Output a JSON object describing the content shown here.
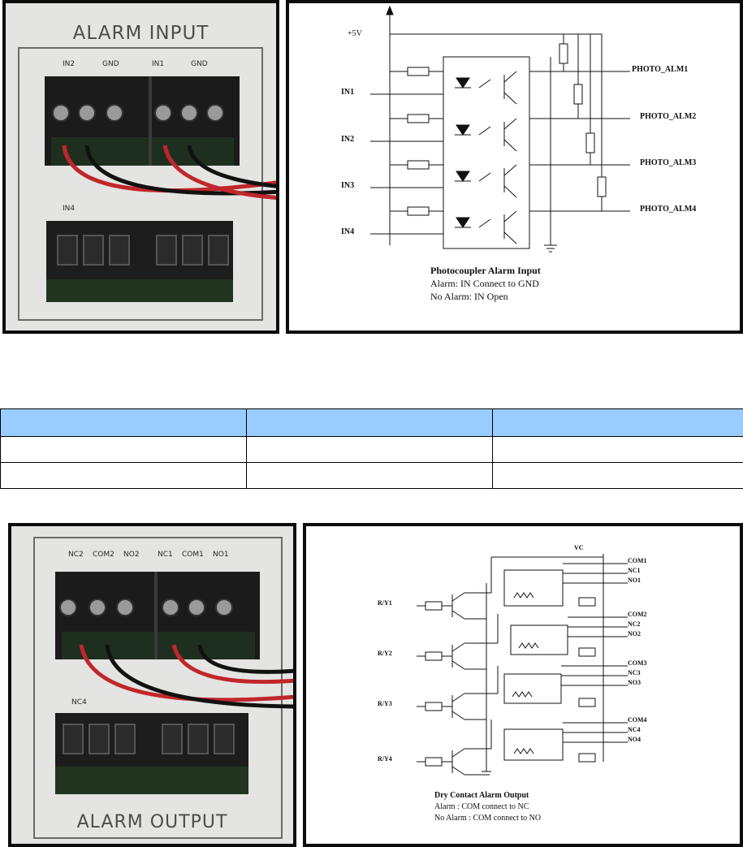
{
  "alarm_input": {
    "plate_label": "ALARM INPUT",
    "pins_top": [
      "IN2",
      "GND",
      "IN1",
      "GND"
    ],
    "pin_lower": "IN4",
    "schematic": {
      "supply": "+5V",
      "inputs": [
        "IN1",
        "IN2",
        "IN3",
        "IN4"
      ],
      "outputs": [
        "PHOTO_ALM1",
        "PHOTO_ALM2",
        "PHOTO_ALM3",
        "PHOTO_ALM4"
      ],
      "caption_title": "Photocoupler Alarm Input",
      "caption_line1": "Alarm: IN Connect to GND",
      "caption_line2": "No Alarm: IN Open"
    }
  },
  "alarm_output": {
    "plate_label": "ALARM OUTPUT",
    "pins_top": [
      "NC2",
      "COM2",
      "NO2",
      "NC1",
      "COM1",
      "NO1"
    ],
    "pin_lower": "NC4",
    "schematic": {
      "supply": "VC",
      "inputs": [
        "R/Y1",
        "R/Y2",
        "R/Y3",
        "R/Y4"
      ],
      "contacts": [
        [
          "COM1",
          "NC1",
          "NO1"
        ],
        [
          "COM2",
          "NC2",
          "NO2"
        ],
        [
          "COM3",
          "NC3",
          "NO3"
        ],
        [
          "COM4",
          "NC4",
          "NO4"
        ]
      ],
      "caption_title": "Dry Contact Alarm Output",
      "caption_line1": "Alarm : COM connect to NC",
      "caption_line2": "No Alarm : COM connect to NO"
    }
  },
  "table": {
    "header": [
      "",
      "",
      ""
    ],
    "rows": [
      [
        "",
        "",
        ""
      ],
      [
        "",
        "",
        ""
      ]
    ]
  }
}
